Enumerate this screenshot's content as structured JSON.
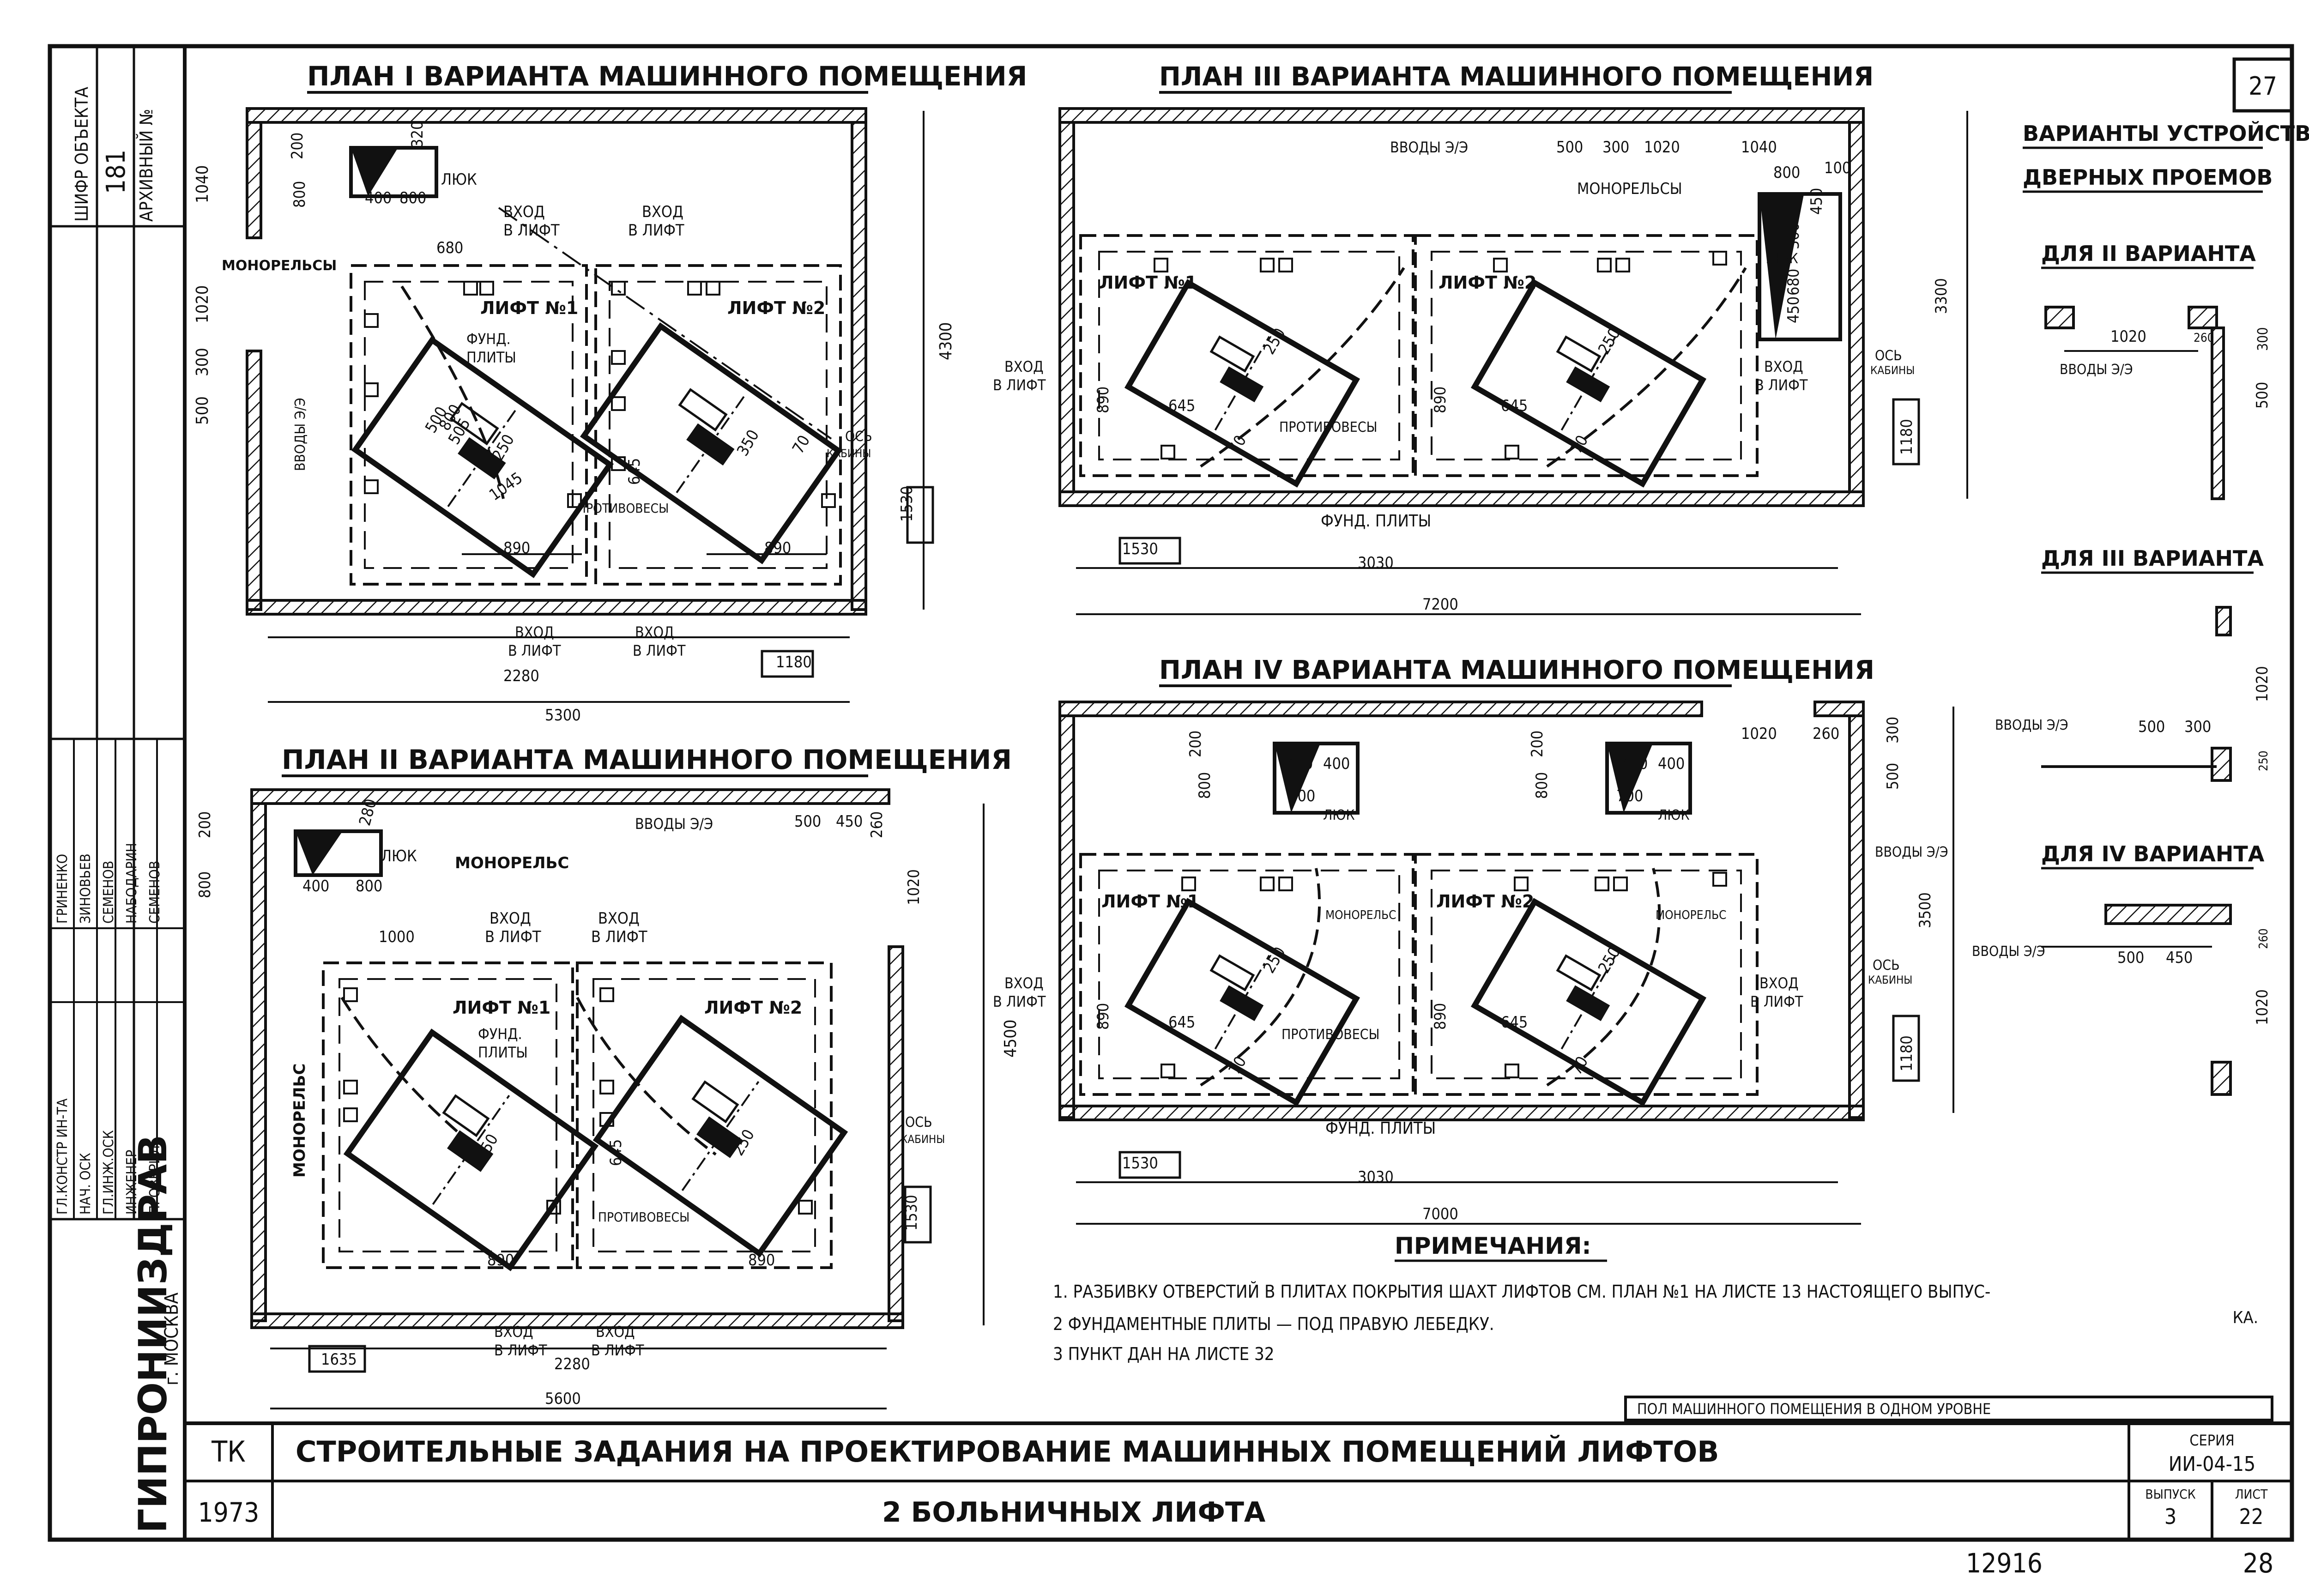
{
  "sheet": {
    "page_no": "27",
    "org": "ГИПРОНИИЗДРАВ",
    "city": "г. МОСКВА",
    "tk": "ТК",
    "year": "1973",
    "title_line1": "СТРОИТЕЛЬНЫЕ ЗАДАНИЯ НА ПРОЕКТИРОВАНИЕ МАШИННЫХ ПОМЕЩЕНИЙ ЛИФТОВ",
    "title_line2": "2 БОЛЬНИЧНЫХ ЛИФТА",
    "series_label": "СЕРИЯ",
    "series_value": "ИИ-04-15",
    "vypusk_label": "ВЫПУСК",
    "vypusk_value": "3",
    "list_label": "ЛИСТ",
    "list_value": "22",
    "inv_no": "12916",
    "page_bottom": "28",
    "floor_note": "ПОЛ МАШИННОГО ПОМЕЩЕНИЯ В ОДНОМ УРОВНЕ"
  },
  "left_strip": {
    "shifr": "ШИФР ОБЪЕКТА",
    "shifr_val": "181",
    "archive": "АРХИВНЫЙ №",
    "roles": [
      "ГЛ.КОНСТР ИН-ТА",
      "НАЧ. ОСК",
      "ГЛ.ИНЖ.ОСК",
      "ИНЖЕНЕР",
      "ПРОВЕРИЛ"
    ],
    "names": [
      "ГРИНЕНКО",
      "ЗИНОВЬЕВ",
      "СЕМЕНОВ",
      "НАБОДАРИН",
      "СЕМЕНОВ"
    ]
  },
  "notes": {
    "title": "ПРИМЕЧАНИЯ:",
    "items": [
      "1. РАЗБИВКУ ОТВЕРСТИЙ В ПЛИТАХ ПОКРЫТИЯ ШАХТ ЛИФТОВ СМ. ПЛАН №1 НА ЛИСТЕ 13 НАСТОЯЩЕГО ВЫПУС-",
      "КА.",
      "2 ФУНДАМЕНТНЫЕ ПЛИТЫ — ПОД ПРАВУЮ ЛЕБЕДКУ.",
      "3 ПУНКТ ДАН НА ЛИСТЕ 32"
    ]
  },
  "labels": {
    "lift1": "ЛИФТ №1",
    "lift2": "ЛИФТ №2",
    "vhod": "ВХОД",
    "v_lift": "В ЛИФТ",
    "luk": "ЛЮК",
    "monorelsy": "МОНОРЕЛЬСЫ",
    "monorels": "МОНОРЕЛЬС",
    "funda": "ФУНД.",
    "plity": "ПЛИТЫ",
    "fund_plity": "ФУНД. ПЛИТЫ",
    "protivovesy": "ПРОТИВОВЕСЫ",
    "os": "ОСЬ",
    "kabiny": "КАБИНЫ",
    "vvody": "ВВОДЫ Э/Э"
  },
  "plans": {
    "p1": {
      "title": "ПЛАН I ВАРИАНТА МАШИННОГО ПОМЕЩЕНИЯ",
      "dims": [
        "1040",
        "1020",
        "300",
        "500",
        "4300",
        "200",
        "320",
        "800",
        "400",
        "800",
        "680",
        "500",
        "800",
        "505",
        "250",
        "1045",
        "645",
        "350",
        "70",
        "890",
        "890",
        "1530",
        "2280",
        "1180",
        "5300"
      ]
    },
    "p2": {
      "title": "ПЛАН II ВАРИАНТА МАШИННОГО ПОМЕЩЕНИЯ",
      "dims": [
        "200",
        "800",
        "280",
        "400",
        "800",
        "1000",
        "500",
        "450",
        "260",
        "1020",
        "4500",
        "645",
        "250",
        "250",
        "890",
        "890",
        "1530",
        "1635",
        "2280",
        "5600"
      ]
    },
    "p3": {
      "title": "ПЛАН III ВАРИАНТА МАШИННОГО ПОМЕЩЕНИЯ",
      "dims": [
        "500",
        "300",
        "1020",
        "1040",
        "800",
        "100",
        "450",
        "300",
        "680",
        "450",
        "3300",
        "250",
        "250",
        "645",
        "645",
        "890",
        "890",
        "70",
        "70",
        "1180",
        "1530",
        "3030",
        "7200"
      ]
    },
    "p4": {
      "title": "ПЛАН IV ВАРИАНТА МАШИННОГО ПОМЕЩЕНИЯ",
      "dims": [
        "200",
        "800",
        "400",
        "400",
        "700",
        "200",
        "800",
        "700",
        "400",
        "400",
        "1020",
        "260",
        "300",
        "500",
        "3500",
        "250",
        "250",
        "645",
        "645",
        "890",
        "890",
        "70",
        "70",
        "1180",
        "1530",
        "3030",
        "7000"
      ]
    }
  },
  "doors": {
    "title1": "ВАРИАНТЫ УСТРОЙСТВА",
    "title2": "ДВЕРНЫХ ПРОЕМОВ",
    "v2": "ДЛЯ II ВАРИАНТА",
    "v3": "ДЛЯ III ВАРИАНТА",
    "v4": "ДЛЯ IV ВАРИАНТА",
    "dims_v2": [
      "1020",
      "260",
      "300",
      "500"
    ],
    "dims_v3": [
      "500",
      "300",
      "1020",
      "250"
    ],
    "dims_v4": [
      "500",
      "450",
      "260",
      "1020"
    ]
  },
  "colors": {
    "ink": "#111111",
    "paper": "#ffffff"
  }
}
